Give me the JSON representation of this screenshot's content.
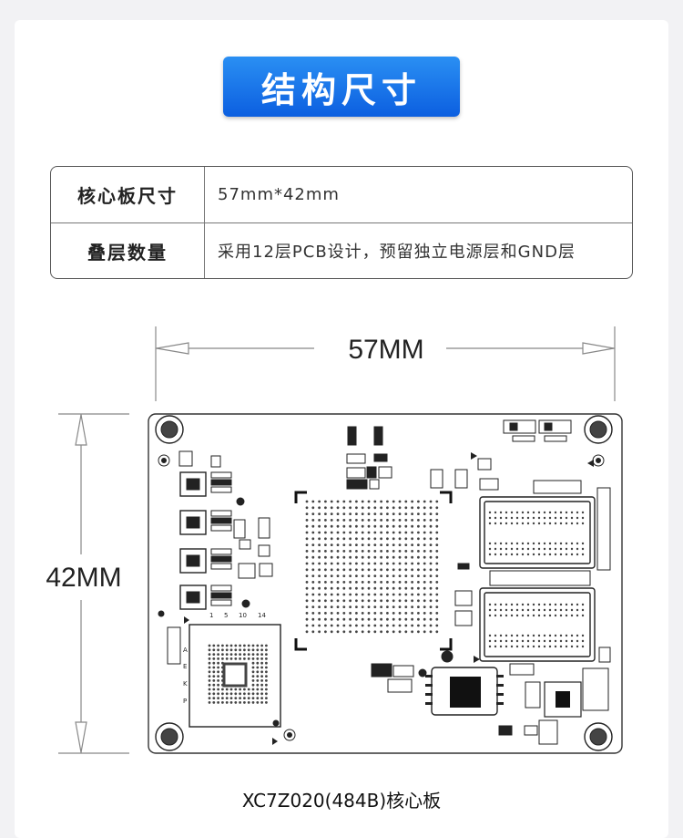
{
  "header": {
    "title": "结构尺寸"
  },
  "spec_table": {
    "rows": [
      {
        "label": "核心板尺寸",
        "value": "57mm*42mm"
      },
      {
        "label": "叠层数量",
        "value": "采用12层PCB设计，预留独立电源层和GND层"
      }
    ]
  },
  "diagram": {
    "width_label": "57MM",
    "height_label": "42MM",
    "pin_numbers": [
      "1",
      "5",
      "10",
      "14"
    ],
    "pin_letters": [
      "A",
      "E",
      "K",
      "P"
    ]
  },
  "caption": "XC7Z020(484B)核心板"
}
